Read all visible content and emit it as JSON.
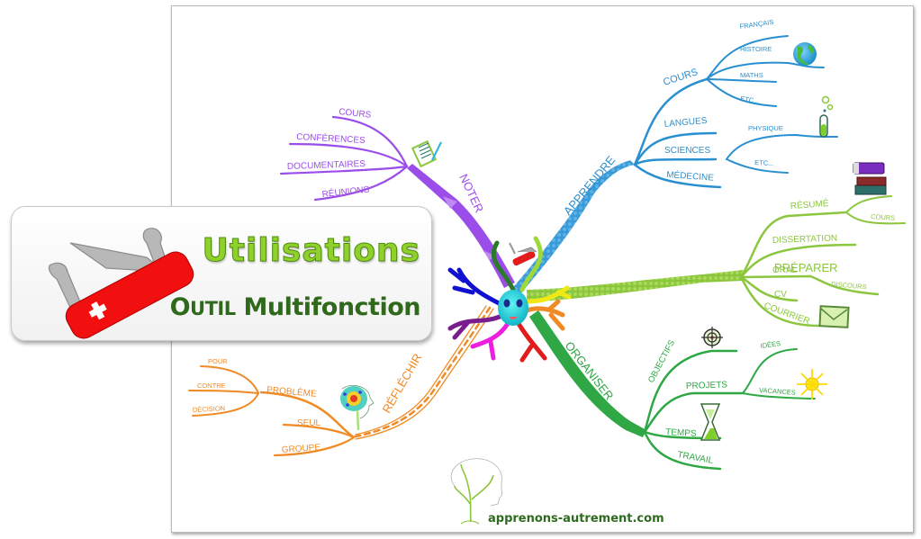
{
  "title_card": {
    "title": "Utilisations",
    "subtitle_first_letter": "O",
    "subtitle_smallcaps": "UTIL",
    "subtitle_rest": "Multifonction",
    "icon": "swiss-army-knife-icon"
  },
  "footer": {
    "site": "apprenons-autrement.com",
    "logo": "brain-tree-logo"
  },
  "central_node": {
    "icon": "octopus-mascot"
  },
  "colors": {
    "apprendre": "#2a8fd0",
    "preparer": "#8cc63e",
    "organiser": "#2ea744",
    "reflechir": "#f08a24",
    "noter": "#9b4dea"
  },
  "branches": {
    "apprendre": {
      "label": "APPRENDRE",
      "children": {
        "cours": {
          "label": "COURS",
          "children": [
            "FRANÇAIS",
            "HISTOIRE",
            "MATHS",
            "ETC..."
          ]
        },
        "langues": {
          "label": "LANGUES"
        },
        "sciences": {
          "label": "SCIENCES",
          "children": [
            "PHYSIQUE",
            "ETC..."
          ]
        },
        "medecine": {
          "label": "MÉDECINE"
        }
      },
      "icons": [
        "globe-icon",
        "test-tube-icon"
      ]
    },
    "preparer": {
      "label": "PRÉPARER",
      "children": {
        "resume": {
          "label": "RÉSUMÉ",
          "children": [
            "COURS"
          ]
        },
        "dissertation": {
          "label": "DISSERTATION"
        },
        "oral": {
          "label": "ORAL",
          "children": [
            "DISCOURS"
          ]
        },
        "cv": {
          "label": "CV"
        },
        "courrier": {
          "label": "COURRIER"
        }
      },
      "icons": [
        "books-icon",
        "envelope-icon"
      ]
    },
    "organiser": {
      "label": "ORGANISER",
      "children": {
        "objectifs": {
          "label": "OBJECTIFS"
        },
        "projets": {
          "label": "PROJETS",
          "children": [
            "IDÉES",
            "VACANCES"
          ]
        },
        "temps": {
          "label": "TEMPS"
        },
        "travail": {
          "label": "TRAVAIL"
        }
      },
      "icons": [
        "target-icon",
        "sun-icon",
        "hourglass-icon"
      ]
    },
    "reflechir": {
      "label": "RÉFLÉCHIR",
      "children": {
        "probleme": {
          "label": "PROBLÈME",
          "children": [
            "POUR",
            "CONTRE",
            "DÉCISION"
          ]
        },
        "seul": {
          "label": "SEUL"
        },
        "groupe": {
          "label": "GROUPE"
        }
      },
      "icons": [
        "brain-head-icon"
      ]
    },
    "noter": {
      "label": "NOTER",
      "children": [
        "COURS",
        "CONFÉRENCES",
        "DOCUMENTAIRES",
        "RÉUNIONS"
      ],
      "icons": [
        "notepad-icon"
      ]
    }
  }
}
